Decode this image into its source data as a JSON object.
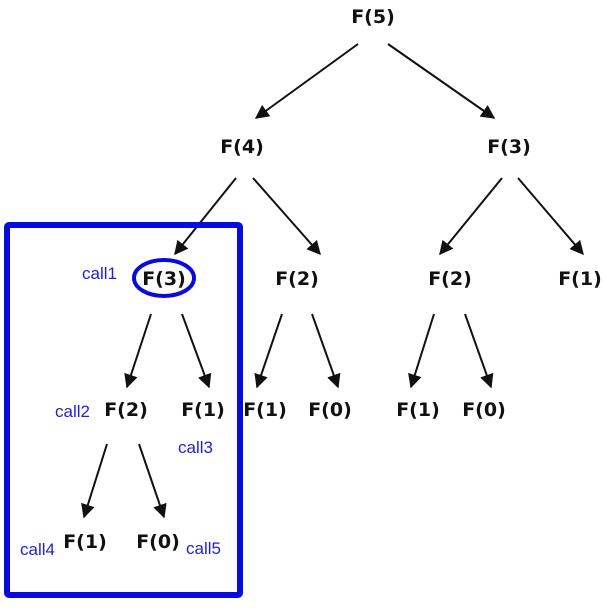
{
  "diagram": {
    "nodes": [
      {
        "id": "n_f5",
        "label": "F(5)"
      },
      {
        "id": "n_f4",
        "label": "F(4)"
      },
      {
        "id": "n_f3_r",
        "label": "F(3)"
      },
      {
        "id": "n_f3_l",
        "label": "F(3)"
      },
      {
        "id": "n_f2_a",
        "label": "F(2)"
      },
      {
        "id": "n_f2_b",
        "label": "F(2)"
      },
      {
        "id": "n_f1_a",
        "label": "F(1)"
      },
      {
        "id": "n_f2_c",
        "label": "F(2)"
      },
      {
        "id": "n_f1_b",
        "label": "F(1)"
      },
      {
        "id": "n_f1_c",
        "label": "F(1)"
      },
      {
        "id": "n_f0_a",
        "label": "F(0)"
      },
      {
        "id": "n_f1_d",
        "label": "F(1)"
      },
      {
        "id": "n_f0_b",
        "label": "F(0)"
      },
      {
        "id": "n_f1_e",
        "label": "F(1)"
      },
      {
        "id": "n_f0_c",
        "label": "F(0)"
      }
    ],
    "edges": [
      [
        "n_f5",
        "n_f4"
      ],
      [
        "n_f5",
        "n_f3_r"
      ],
      [
        "n_f4",
        "n_f3_l"
      ],
      [
        "n_f4",
        "n_f2_a"
      ],
      [
        "n_f3_r",
        "n_f2_b"
      ],
      [
        "n_f3_r",
        "n_f1_a"
      ],
      [
        "n_f3_l",
        "n_f2_c"
      ],
      [
        "n_f3_l",
        "n_f1_b"
      ],
      [
        "n_f2_a",
        "n_f1_c"
      ],
      [
        "n_f2_a",
        "n_f0_a"
      ],
      [
        "n_f2_b",
        "n_f1_d"
      ],
      [
        "n_f2_b",
        "n_f0_b"
      ],
      [
        "n_f2_c",
        "n_f1_e"
      ],
      [
        "n_f2_c",
        "n_f0_c"
      ]
    ],
    "call_labels": {
      "call1": "call1",
      "call2": "call2",
      "call3": "call3",
      "call4": "call4",
      "call5": "call5"
    },
    "colors": {
      "highlight": "#0a0adf",
      "call_text": "#1f1fd6",
      "node_text": "#111111"
    }
  }
}
